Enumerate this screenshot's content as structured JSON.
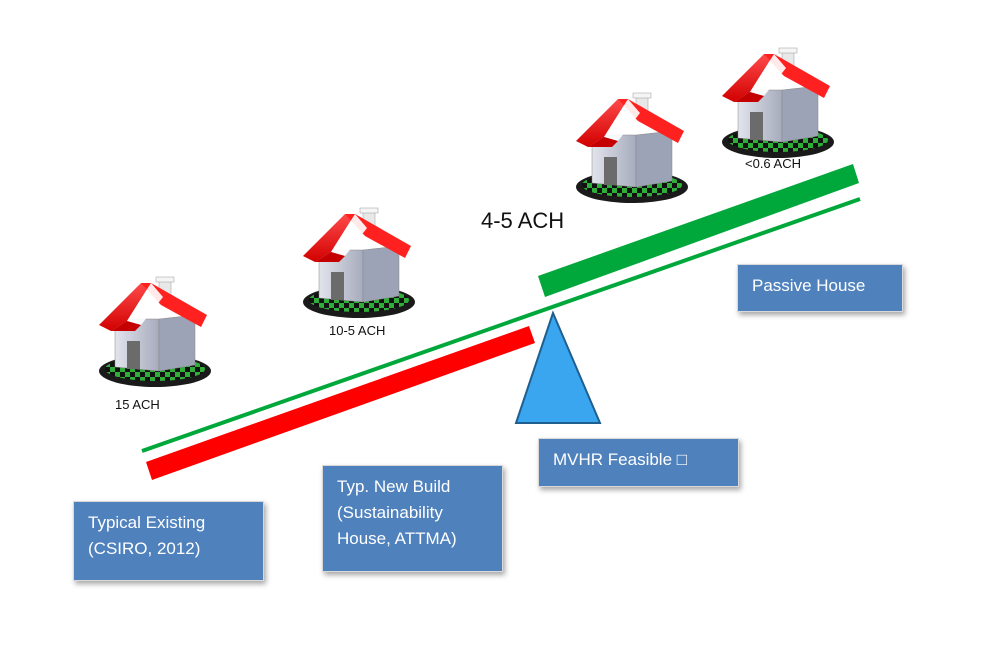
{
  "labels": {
    "ach_15": "15 ACH",
    "ach_10_5": "10-5 ACH",
    "ach_4_5": "4-5 ACH",
    "ach_0_6": "<0.6 ACH"
  },
  "boxes": {
    "typical_existing": [
      "Typical Existing",
      " (CSIRO, 2012)"
    ],
    "new_build": [
      "Typ. New Build",
      "(Sustainability",
      "House, ATTMA)"
    ],
    "mvhr": [
      "MVHR Feasible □"
    ],
    "passive_house": [
      "Passive House"
    ]
  },
  "colors": {
    "red_bar": "#ff0000",
    "green_bar": "#00a83c",
    "fulcrum": "#3aa6f0",
    "box_fill": "#4f81bd",
    "roof": "#ff1a1a",
    "wall": "#c8cbd6",
    "door": "#6b6b6b"
  },
  "icons": [
    "house-icon",
    "fulcrum-triangle"
  ]
}
